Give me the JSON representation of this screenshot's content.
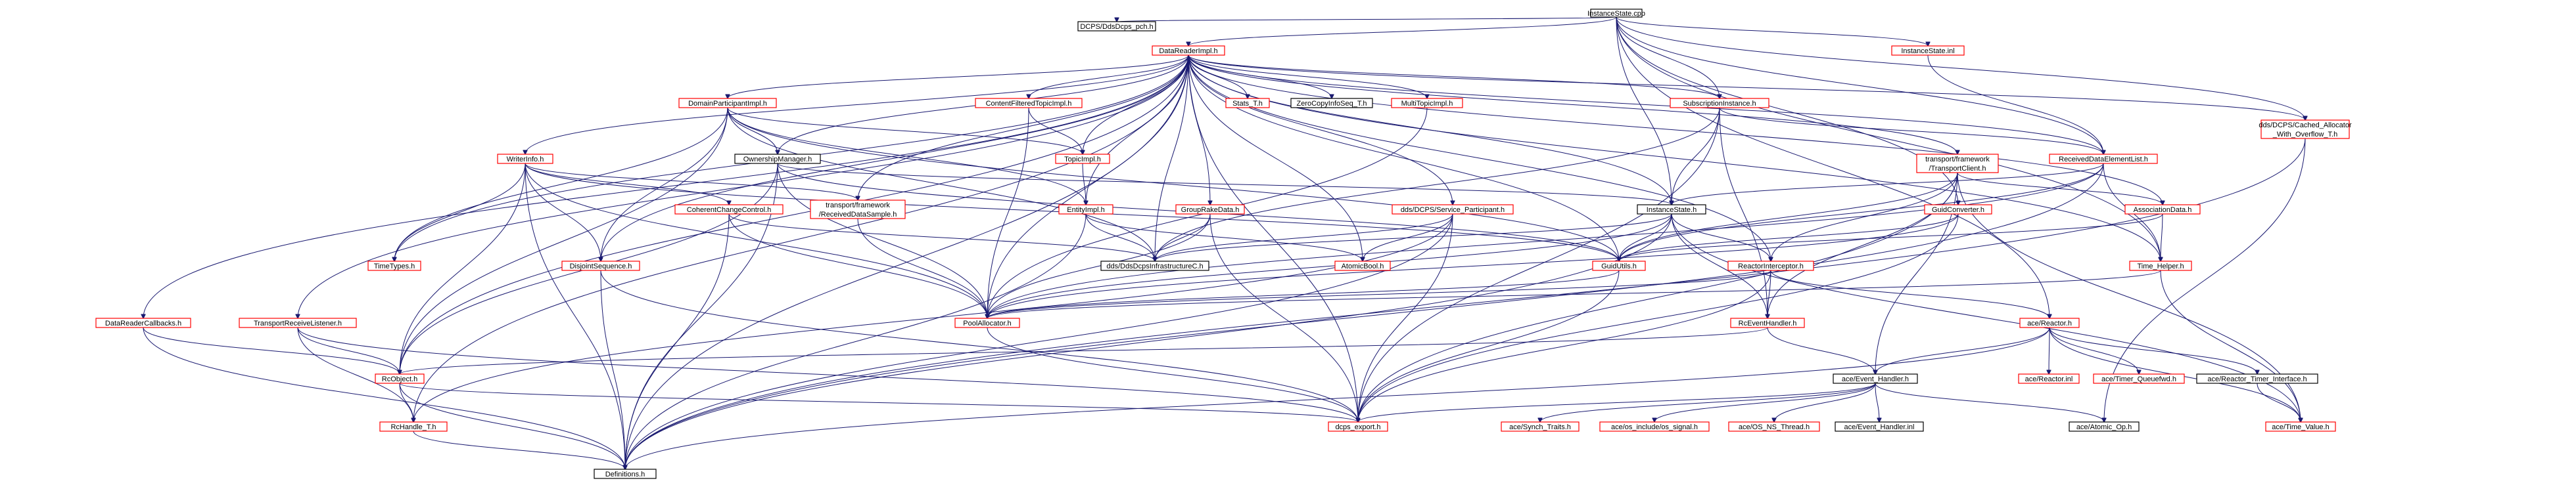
{
  "colors": {
    "edge": "#191970",
    "red": "#ff0000",
    "black": "#000000",
    "grey_fill": "#bfbfbf",
    "white": "#ffffff"
  },
  "nodes": {
    "root": "InstanceState.cpp",
    "dcps_pch": "DCPS/DdsDcps_pch.h",
    "datareader": "DataReaderImpl.h",
    "instancestate_inl": "InstanceState.inl",
    "dpimpl": "DomainParticipantImpl.h",
    "cftimpl": "ContentFilteredTopicImpl.h",
    "stats": "Stats_T.h",
    "zerocopy": "ZeroCopyInfoSeq_T.h",
    "multitopic": "MultiTopicImpl.h",
    "subinstance": "SubscriptionInstance.h",
    "cached_alloc_1": "dds/DCPS/Cached_Allocator",
    "cached_alloc_2": "_With_Overflow_T.h",
    "writerinfo": "WriterInfo.h",
    "ownership": "OwnershipManager.h",
    "topicimpl": "TopicImpl.h",
    "tfclient_1": "transport/framework",
    "tfclient_2": "/TransportClient.h",
    "rdelist": "ReceivedDataElementList.h",
    "entityimpl": "EntityImpl.h",
    "groupdata": "GroupRakeData.h",
    "service_participant": "dds/DCPS/Service_Participant.h",
    "instancestate_h": "InstanceState.h",
    "guidconverter": "GuidConverter.h",
    "assocdata": "AssociationData.h",
    "coherent": "CoherentChangeControl.h",
    "rds_1": "transport/framework",
    "rds_2": "/ReceivedDataSample.h",
    "timetypes": "TimeTypes.h",
    "disjoint": "DisjointSequence.h",
    "infrac": "dds/DdsDcpsInfrastructureC.h",
    "atomicbool": "AtomicBool.h",
    "guidutils": "GuidUtils.h",
    "reactorinterceptor": "ReactorInterceptor.h",
    "timehelper": "Time_Helper.h",
    "poolalloc": "PoolAllocator.h",
    "rcevent": "RcEventHandler.h",
    "acereactor": "ace/Reactor.h",
    "drcallbacks": "DataReaderCallbacks.h",
    "trlistener": "TransportReceiveListener.h",
    "rcobject": "RcObject.h",
    "aceeventhandler": "ace/Event_Handler.h",
    "acereactor_inl": "ace/Reactor.inl",
    "acetimerq": "ace/Timer_Queuefwd.h",
    "acertimer": "ace/Reactor_Timer_Interface.h",
    "rchandle": "RcHandle_T.h",
    "dcps_export": "dcps_export.h",
    "synchtraits": "ace/Synch_Traits.h",
    "osinclude": "ace/os_include/os_signal.h",
    "osnsthread": "ace/OS_NS_Thread.h",
    "eventhandler_inl": "ace/Event_Handler.inl",
    "atomicop": "ace/Atomic_Op.h",
    "timevalue": "ace/Time_Value.h",
    "definitions": "Definitions.h"
  }
}
